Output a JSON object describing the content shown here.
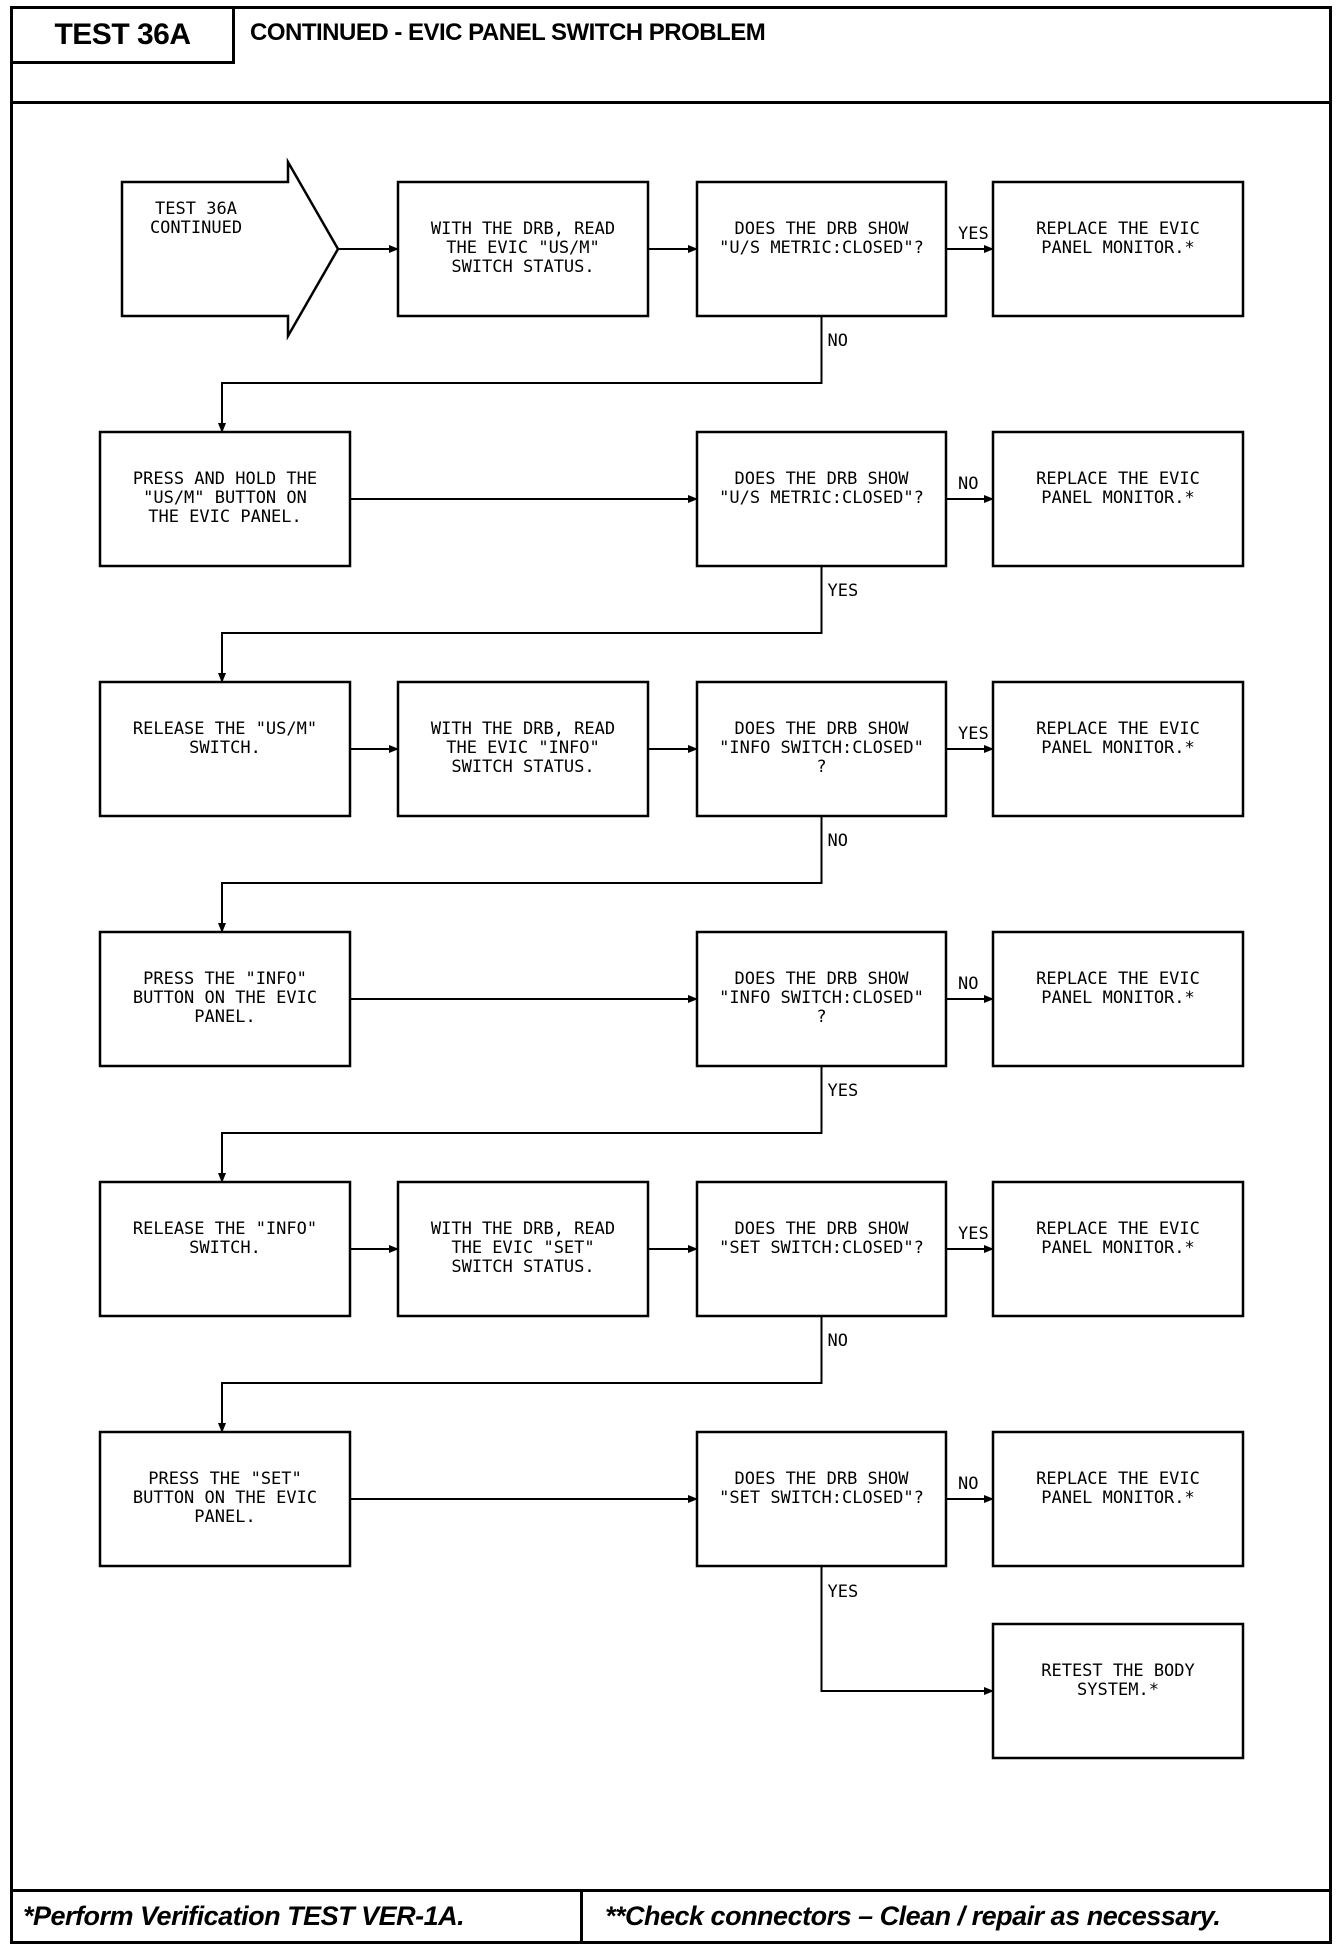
{
  "header": {
    "test_id": "TEST 36A",
    "title": "CONTINUED - EVIC PANEL SWITCH PROBLEM"
  },
  "footer": {
    "left_note": "*Perform Verification TEST VER-1A.",
    "right_note": "**Check connectors – Clean / repair as necessary."
  },
  "nodes": {
    "start": [
      "TEST 36A",
      "CONTINUED"
    ],
    "r1_read": [
      "WITH THE DRB, READ",
      "THE EVIC \"US/M\"",
      "SWITCH STATUS."
    ],
    "r1_q": [
      "DOES THE DRB SHOW",
      "\"U/S METRIC:CLOSED\"?"
    ],
    "r1_rep": [
      "REPLACE THE EVIC",
      "PANEL MONITOR.*"
    ],
    "r2_press": [
      "PRESS AND HOLD THE",
      "\"US/M\" BUTTON ON",
      "THE EVIC PANEL."
    ],
    "r2_q": [
      "DOES THE DRB SHOW",
      "\"U/S METRIC:CLOSED\"?"
    ],
    "r2_rep": [
      "REPLACE THE EVIC",
      "PANEL MONITOR.*"
    ],
    "r3_release": [
      "RELEASE THE \"US/M\"",
      "SWITCH."
    ],
    "r3_read": [
      "WITH THE DRB, READ",
      "THE EVIC \"INFO\"",
      "SWITCH STATUS."
    ],
    "r3_q": [
      "DOES THE DRB SHOW",
      "\"INFO SWITCH:CLOSED\"",
      "?"
    ],
    "r3_rep": [
      "REPLACE THE EVIC",
      "PANEL MONITOR.*"
    ],
    "r4_press": [
      "PRESS THE \"INFO\"",
      "BUTTON ON THE EVIC",
      "PANEL."
    ],
    "r4_q": [
      "DOES THE DRB SHOW",
      "\"INFO SWITCH:CLOSED\"",
      "?"
    ],
    "r4_rep": [
      "REPLACE THE EVIC",
      "PANEL MONITOR.*"
    ],
    "r5_release": [
      "RELEASE THE \"INFO\"",
      "SWITCH."
    ],
    "r5_read": [
      "WITH THE DRB, READ",
      "THE EVIC \"SET\"",
      "SWITCH STATUS."
    ],
    "r5_q": [
      "DOES THE DRB SHOW",
      "\"SET SWITCH:CLOSED\"?"
    ],
    "r5_rep": [
      "REPLACE THE EVIC",
      "PANEL MONITOR.*"
    ],
    "r6_press": [
      "PRESS THE \"SET\"",
      "BUTTON ON THE EVIC",
      "PANEL."
    ],
    "r6_q": [
      "DOES THE DRB SHOW",
      "\"SET SWITCH:CLOSED\"?"
    ],
    "r6_rep": [
      "REPLACE THE EVIC",
      "PANEL MONITOR.*"
    ],
    "r7_retest": [
      "RETEST THE BODY",
      "SYSTEM.*"
    ]
  },
  "edge_labels": {
    "r1_yes": "YES",
    "r1_no": "NO",
    "r2_no": "NO",
    "r2_yes": "YES",
    "r3_yes": "YES",
    "r3_no": "NO",
    "r4_no": "NO",
    "r4_yes": "YES",
    "r5_yes": "YES",
    "r5_no": "NO",
    "r6_no": "NO",
    "r6_yes": "YES"
  }
}
